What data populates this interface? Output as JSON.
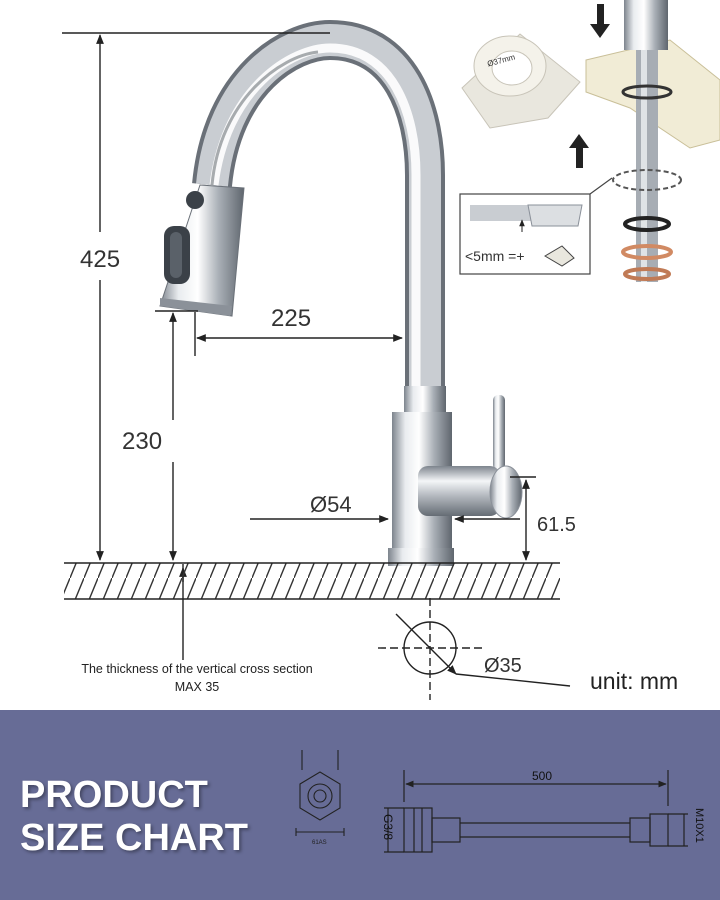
{
  "title": {
    "line1": "PRODUCT",
    "line2": "SIZE CHART"
  },
  "unit": "unit: mm",
  "note": {
    "line1": "The thickness of the vertical cross section",
    "line2": "MAX 35"
  },
  "dimensions": {
    "total_height": "425",
    "spout_reach": "225",
    "spout_height": "230",
    "base_diameter": "Ø54",
    "handle_height": "61.5",
    "hole_diameter": "Ø35"
  },
  "install": {
    "ring_label": "Ø37mm",
    "gap_label": "<5mm =+"
  },
  "hose": {
    "length": "500",
    "inlet_thread": "G3/8",
    "outlet_thread": "M10X1",
    "nut_size": "61AS"
  },
  "colors": {
    "panel": "#676c96",
    "chrome_dark": "#8a9099",
    "chrome_light": "#f4f6f8"
  }
}
